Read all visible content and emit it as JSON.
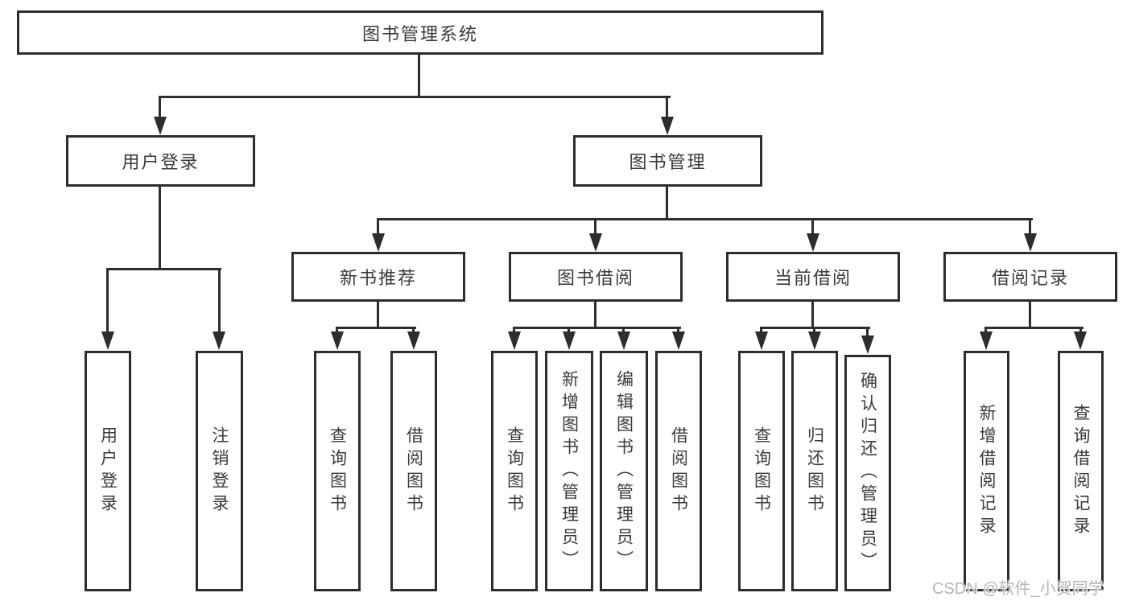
{
  "title": "图书管理系统",
  "branches": [
    {
      "label": "用户登录",
      "children": [
        "用户登录",
        "注销登录"
      ]
    },
    {
      "label": "图书管理",
      "sections": [
        {
          "label": "新书推荐",
          "children": [
            "查询图书",
            "借阅图书"
          ]
        },
        {
          "label": "图书借阅",
          "children": [
            "查询图书",
            "新增图书（管理员）",
            "编辑图书（管理员）",
            "借阅图书"
          ]
        },
        {
          "label": "当前借阅",
          "children": [
            "查询图书",
            "归还图书",
            "确认归还（管理员）"
          ]
        },
        {
          "label": "借阅记录",
          "children": [
            "新增借阅记录",
            "查询借阅记录"
          ]
        }
      ]
    }
  ],
  "watermark": "CSDN @软件_小贺同学",
  "colors": {
    "line": "#2d2d2d",
    "text": "#3a3a3a",
    "watermark": "#b5b5b5",
    "background": "#ffffff"
  }
}
